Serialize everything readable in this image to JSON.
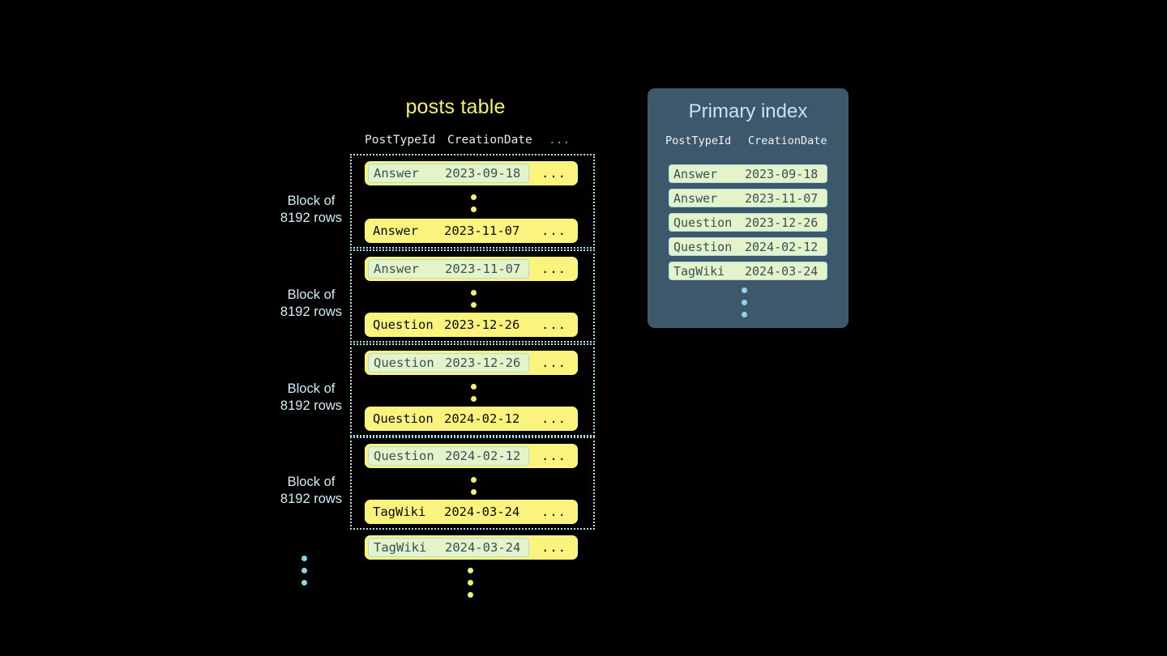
{
  "posts_table": {
    "title": "posts table",
    "columns": [
      "PostTypeId",
      "CreationDate",
      "..."
    ],
    "ellipsis": "...",
    "block_label_line1": "Block of",
    "block_label_line2": "8192 rows",
    "blocks": [
      {
        "label_line1": "Block of",
        "label_line2": "8192 rows",
        "first_row": {
          "post_type_id": "Answer",
          "creation_date": "2023-09-18",
          "more": "...",
          "highlighted": true
        },
        "last_row": {
          "post_type_id": "Answer",
          "creation_date": "2023-11-07",
          "more": "...",
          "highlighted": false
        }
      },
      {
        "label_line1": "Block of",
        "label_line2": "8192 rows",
        "first_row": {
          "post_type_id": "Answer",
          "creation_date": "2023-11-07",
          "more": "...",
          "highlighted": true
        },
        "last_row": {
          "post_type_id": "Question",
          "creation_date": "2023-12-26",
          "more": "...",
          "highlighted": false
        }
      },
      {
        "label_line1": "Block of",
        "label_line2": "8192 rows",
        "first_row": {
          "post_type_id": "Question",
          "creation_date": "2023-12-26",
          "more": "...",
          "highlighted": true
        },
        "last_row": {
          "post_type_id": "Question",
          "creation_date": "2024-02-12",
          "more": "...",
          "highlighted": false
        }
      },
      {
        "label_line1": "Block of",
        "label_line2": "8192 rows",
        "first_row": {
          "post_type_id": "Question",
          "creation_date": "2024-02-12",
          "more": "...",
          "highlighted": true
        },
        "last_row": {
          "post_type_id": "TagWiki",
          "creation_date": "2024-03-24",
          "more": "...",
          "highlighted": false
        }
      }
    ],
    "trailing_row": {
      "post_type_id": "TagWiki",
      "creation_date": "2024-03-24",
      "more": "...",
      "highlighted": true
    }
  },
  "primary_index": {
    "title": "Primary index",
    "columns": [
      "PostTypeId",
      "CreationDate"
    ],
    "entries": [
      {
        "post_type_id": "Answer",
        "creation_date": "2023-09-18"
      },
      {
        "post_type_id": "Answer",
        "creation_date": "2023-11-07"
      },
      {
        "post_type_id": "Question",
        "creation_date": "2023-12-26"
      },
      {
        "post_type_id": "Question",
        "creation_date": "2024-02-12"
      },
      {
        "post_type_id": "TagWiki",
        "creation_date": "2024-03-24"
      }
    ]
  },
  "colors": {
    "background": "#000000",
    "row_pill": "#faf37e",
    "highlight_fill": "#e4f3c8",
    "highlight_border": "#a9dce9",
    "panel": "#3e586b",
    "accent_blue": "#bfe6f2",
    "accent_yellow": "#f2f26a",
    "dot_yellow": "#f5ef6e",
    "dot_blue": "#8fd3ea"
  }
}
